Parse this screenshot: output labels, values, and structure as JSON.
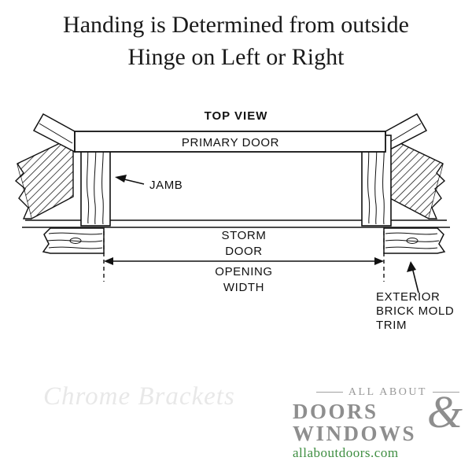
{
  "title": {
    "line1": "Handing is Determined from outside",
    "line2": "Hinge on Left or Right"
  },
  "diagram": {
    "top_view_label": "TOP VIEW",
    "primary_door_label": "PRIMARY DOOR",
    "jamb_label": "JAMB",
    "storm_door": {
      "line1": "STORM",
      "line2": "DOOR",
      "line3": "OPENING",
      "line4": "WIDTH"
    },
    "exterior": {
      "line1": "EXTERIOR",
      "line2": "BRICK MOLD",
      "line3": "TRIM"
    }
  },
  "watermark": "Chrome Brackets",
  "logo": {
    "tagline": "ALL ABOUT",
    "word1": "DOORS",
    "ampersand": "&",
    "word2": "WINDOWS",
    "url": "allaboutdoors.com"
  },
  "colors": {
    "ink": "#111111",
    "logo_gray": "#8e8e8e",
    "url_green": "#3e8e41",
    "watermark_gray": "#6e6e6e"
  }
}
